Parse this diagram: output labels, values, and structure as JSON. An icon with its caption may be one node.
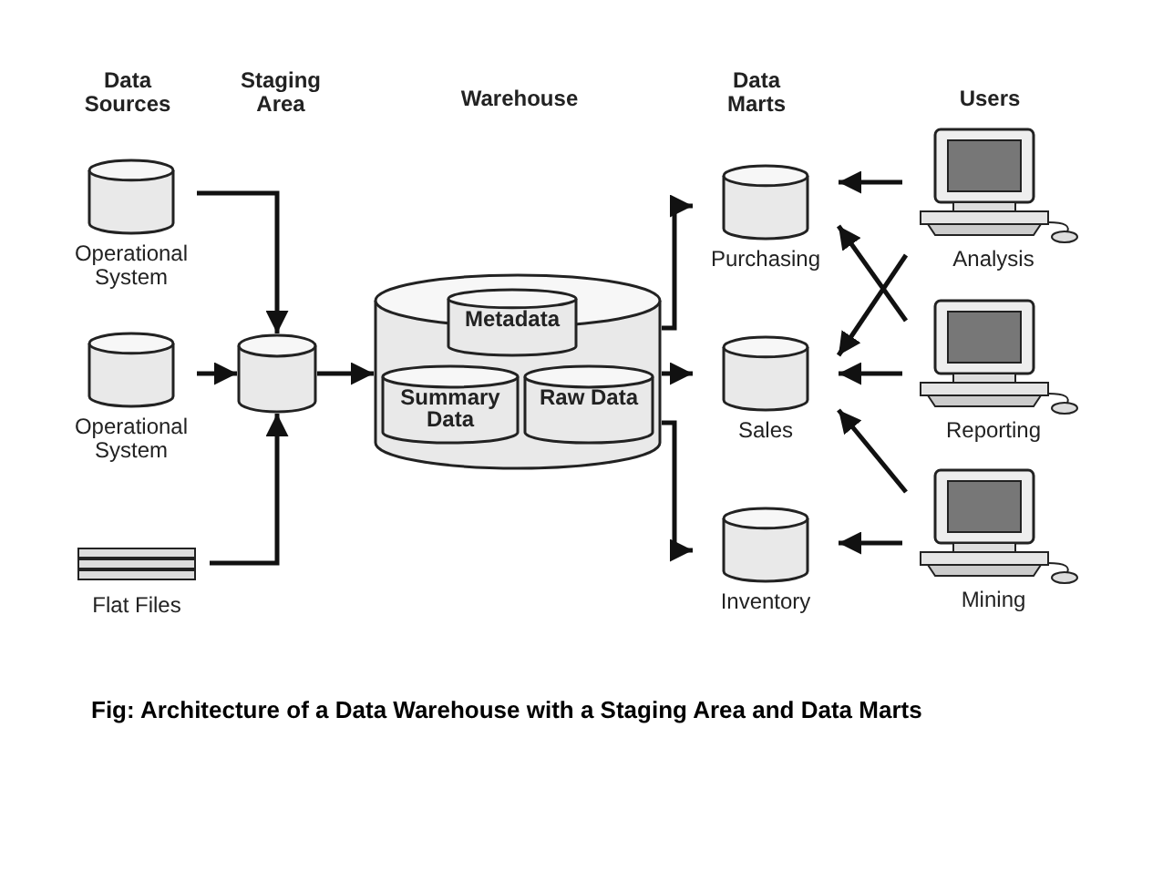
{
  "diagram": {
    "caption": "Fig: Architecture of a Data Warehouse with a Staging Area and Data Marts",
    "nodes": [
      {
        "text": [
          "Operational System"
        ]
      },
      {
        "text": [
          "Operational System"
        ]
      },
      {
        "text": [
          "Flat Files"
        ]
      },
      {
        "text": [],
        "shape": "cylinder"
      },
      {
        "text": [],
        "shape": "cylinder"
      },
      {
        "text": [
          "Metadata"
        ],
        "in": 4
      },
      {
        "text": [
          "Summary Data"
        ],
        "in": 4
      },
      {
        "text": [
          "Raw Data"
        ],
        "in": 4
      },
      {
        "text": [
          "Purchasing"
        ]
      },
      {
        "text": [
          "Sales"
        ]
      },
      {
        "text": [
          "Inventory"
        ]
      },
      {
        "text": [
          "Analysis"
        ]
      },
      {
        "text": [
          "Reporting"
        ]
      },
      {
        "text": [
          "Mining"
        ]
      }
    ],
    "edges": [
      {
        "from": 0,
        "to": 3,
        "arrow": "to"
      },
      {
        "from": 1,
        "to": 3,
        "arrow": "to"
      },
      {
        "from": 2,
        "to": 3,
        "arrow": "to"
      },
      {
        "from": 3,
        "to": 4,
        "arrow": "to"
      },
      {
        "from": 4,
        "to": 8,
        "arrow": "to"
      },
      {
        "from": 4,
        "to": 9,
        "arrow": "to"
      },
      {
        "from": 4,
        "to": 10,
        "arrow": "to"
      },
      {
        "from": 11,
        "to": 8,
        "arrow": "to"
      },
      {
        "from": 11,
        "to": 9,
        "arrow": "to"
      },
      {
        "from": 12,
        "to": 9,
        "arrow": "to"
      },
      {
        "from": 12,
        "to": 8,
        "arrow": "to"
      },
      {
        "from": 13,
        "to": 9,
        "arrow": "to"
      },
      {
        "from": 13,
        "to": 10,
        "arrow": "to"
      }
    ],
    "labels": [
      "Data Sources",
      "Staging Area",
      "Warehouse",
      "Data Marts",
      "Users"
    ]
  }
}
